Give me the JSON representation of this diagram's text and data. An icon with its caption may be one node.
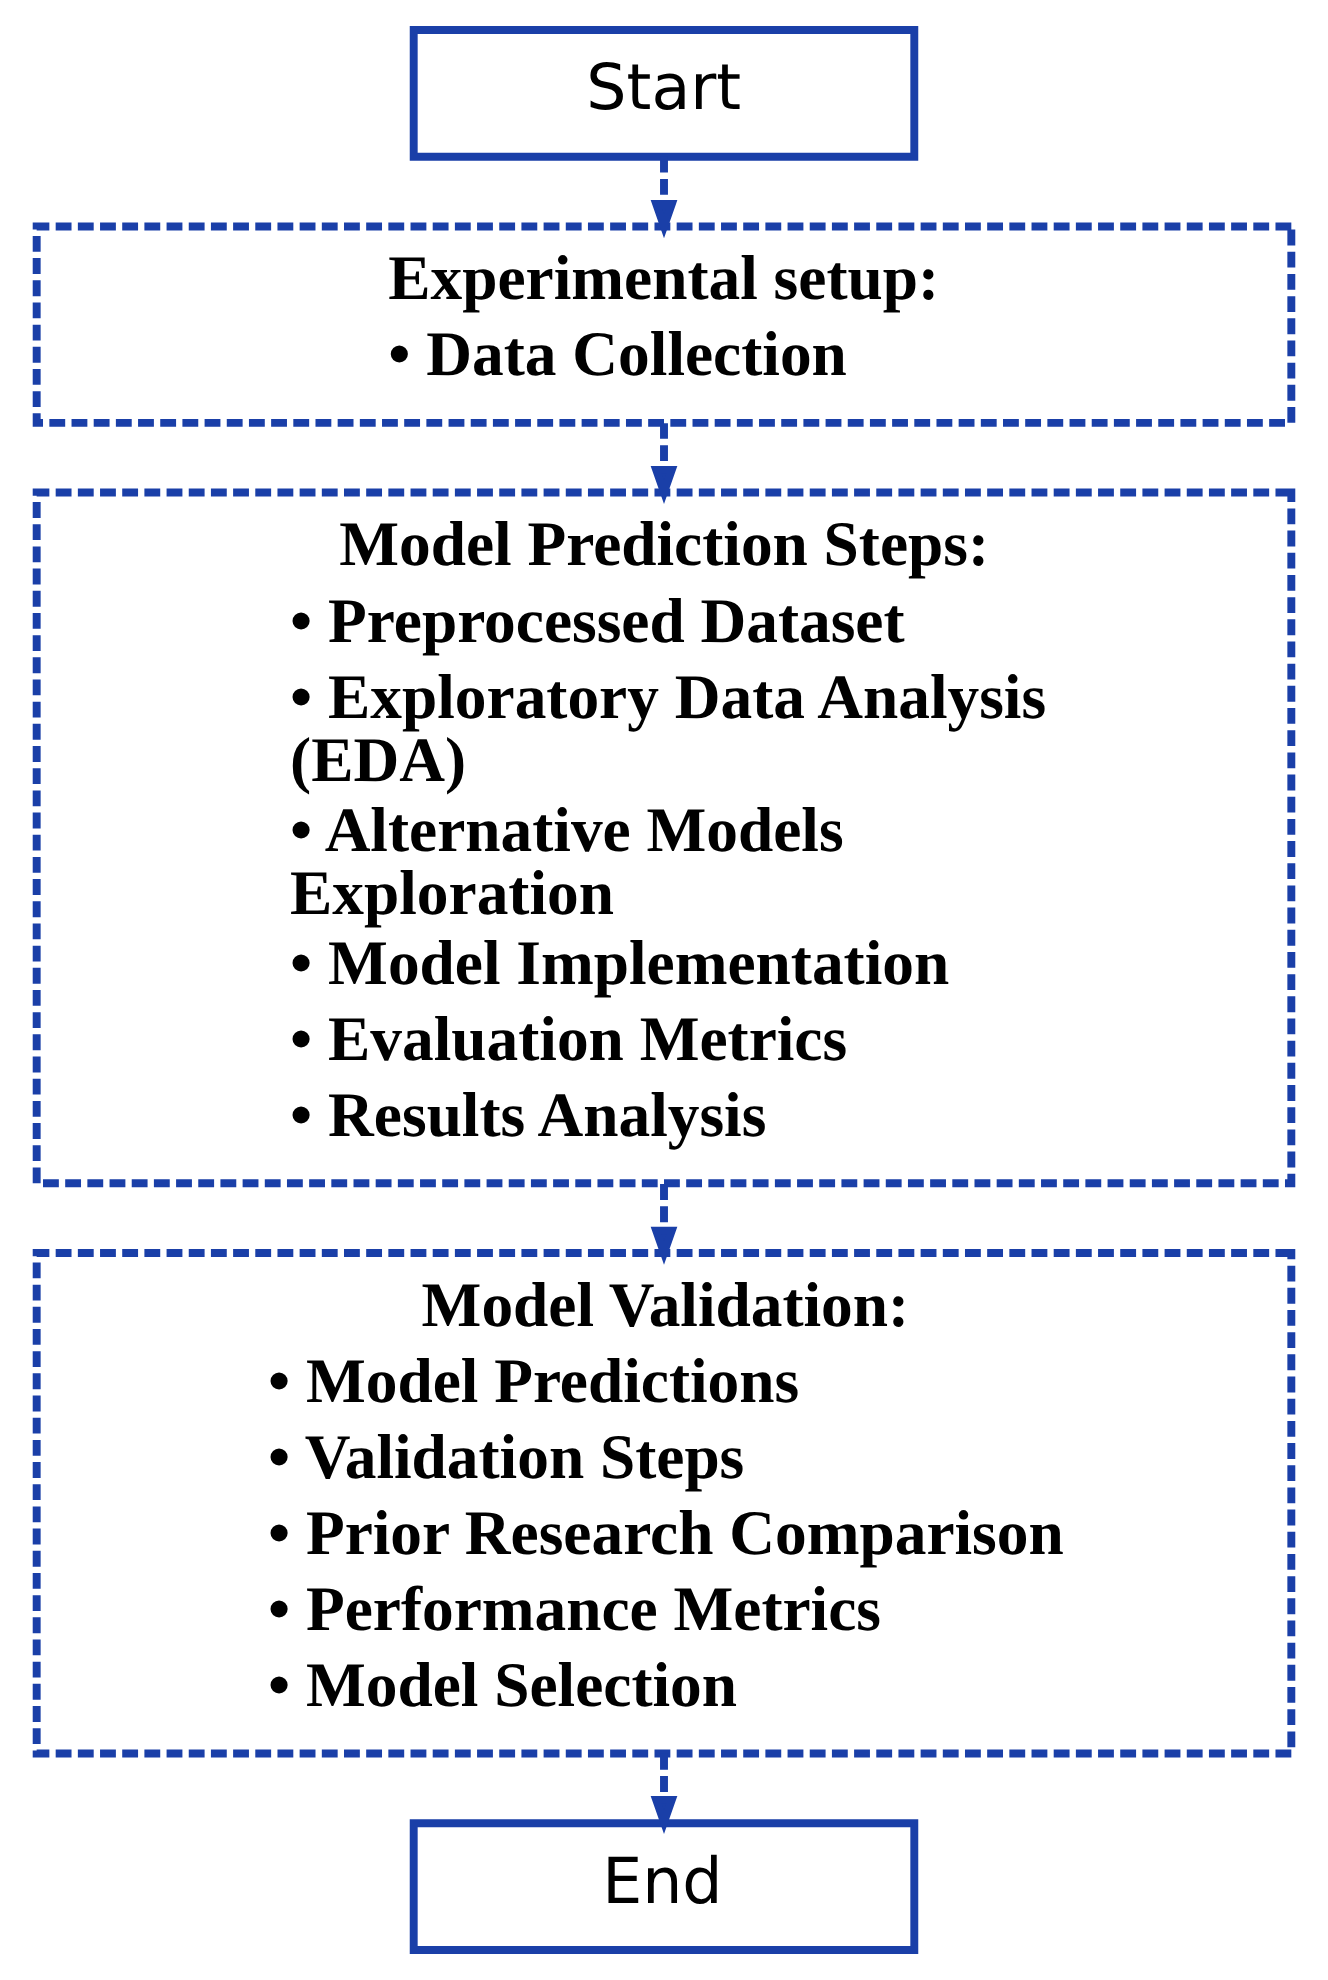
{
  "diagram": {
    "nodes": [
      {
        "text": [
          "Start"
        ]
      },
      {
        "text": [
          "Experimental setup:",
          "• Data Collection"
        ]
      },
      {
        "text": [
          "Model Prediction Steps:",
          "• Preprocessed Dataset",
          "• Exploratory Data Analysis (EDA)",
          "• Alternative Models Exploration",
          "• Model Implementation",
          "• Evaluation Metrics",
          "• Results Analysis"
        ]
      },
      {
        "text": [
          "Model Validation:",
          "• Model Predictions",
          "• Validation Steps",
          "• Prior Research Comparison",
          "• Performance Metrics",
          "• Model Selection"
        ]
      },
      {
        "text": [
          "End"
        ]
      }
    ],
    "edges": [
      {
        "from": 0,
        "to": 1,
        "arrow": "to",
        "style": "dashed"
      },
      {
        "from": 1,
        "to": 2,
        "arrow": "to",
        "style": "dashed"
      },
      {
        "from": 2,
        "to": 3,
        "arrow": "to",
        "style": "dashed"
      },
      {
        "from": 3,
        "to": 4,
        "arrow": "to",
        "style": "dashed"
      }
    ]
  }
}
